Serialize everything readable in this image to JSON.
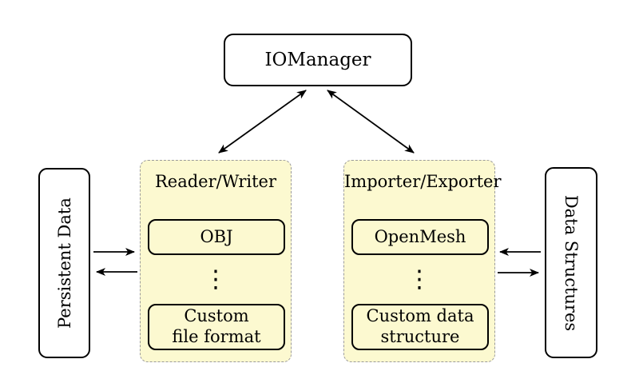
{
  "diagram": {
    "io_manager": {
      "label": "IOManager"
    },
    "panels": [
      {
        "title": "Reader/Writer",
        "items": [
          "OBJ",
          "Custom\nfile format"
        ]
      },
      {
        "title": "Importer/Exporter",
        "items": [
          "OpenMesh",
          "Custom data\nstructure"
        ]
      }
    ],
    "sides": {
      "left": "Persistent Data",
      "right": "Data Structures"
    },
    "icons": {
      "vdots": "⋮"
    },
    "connections": [
      {
        "from": "IOManager",
        "to": "Reader/Writer",
        "direction": "bidirectional"
      },
      {
        "from": "IOManager",
        "to": "Importer/Exporter",
        "direction": "bidirectional"
      },
      {
        "from": "Persistent Data",
        "to": "Reader/Writer",
        "direction": "forward"
      },
      {
        "from": "Reader/Writer",
        "to": "Persistent Data",
        "direction": "forward"
      },
      {
        "from": "Data Structures",
        "to": "Importer/Exporter",
        "direction": "forward"
      },
      {
        "from": "Importer/Exporter",
        "to": "Data Structures",
        "direction": "forward"
      }
    ],
    "colors": {
      "panel_fill": "#fcf9d0",
      "panel_border": "#9b9b9b",
      "node_border": "#000000",
      "arrow": "#000000",
      "background": "#ffffff"
    }
  }
}
